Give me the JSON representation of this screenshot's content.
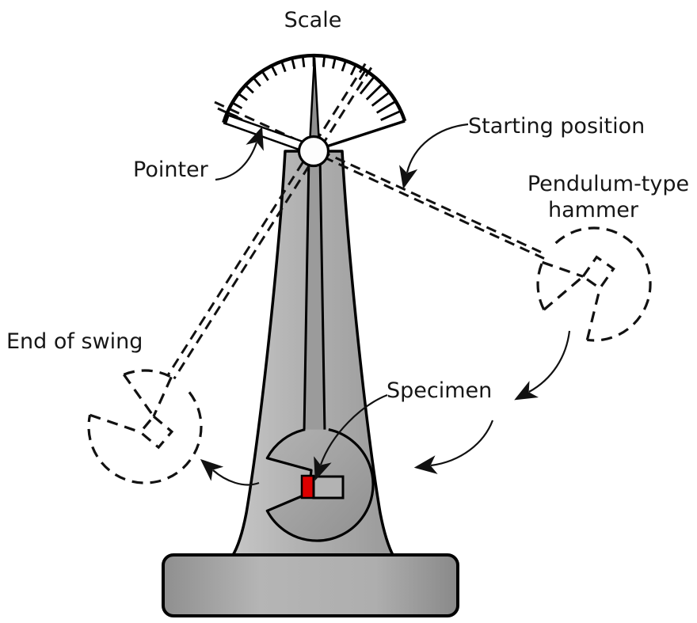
{
  "diagram": {
    "labels": {
      "scale": "Scale",
      "pointer": "Pointer",
      "starting_position": "Starting position",
      "hammer_line1": "Pendulum-type",
      "hammer_line2": "hammer",
      "end_of_swing": "End of swing",
      "specimen": "Specimen"
    },
    "colors": {
      "specimen_red": "#dd0000",
      "machine_gray": "#ababab",
      "machine_gray_dark": "#9b9b9b",
      "outline": "#000000",
      "label_text": "#161616"
    }
  }
}
